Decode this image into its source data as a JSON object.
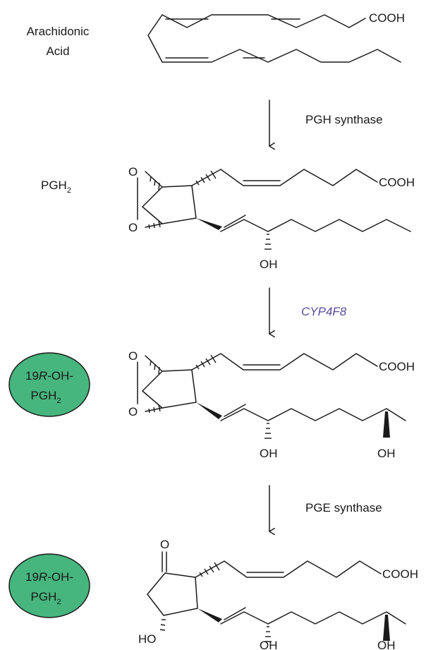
{
  "compounds": {
    "arachidonic": {
      "line1": "Arachidonic",
      "line2": "Acid",
      "acid_group": "COOH"
    },
    "pgh2": {
      "label_main": "PGH",
      "label_sub": "2",
      "acid_group": "COOH",
      "o_top": "O",
      "o_bottom": "O",
      "oh": "OH"
    },
    "oh_pgh2_a": {
      "line1_pre": "19",
      "line1_italic": "R",
      "line1_post": "-OH-",
      "line2_main": "PGH",
      "line2_sub": "2",
      "acid_group": "COOH",
      "o_top": "O",
      "o_bottom": "O",
      "oh1": "OH",
      "oh2": "OH"
    },
    "oh_pgh2_b": {
      "line1_pre": "19",
      "line1_italic": "R",
      "line1_post": "-OH-",
      "line2_main": "PGH",
      "line2_sub": "2",
      "acid_group": "COOH",
      "ketone_o": "O",
      "ho": "HO",
      "oh1": "OH",
      "oh2": "OH"
    }
  },
  "steps": {
    "step1": {
      "enzyme": "PGH synthase"
    },
    "step2": {
      "enzyme": "CYP4F8"
    },
    "step3": {
      "enzyme": "PGE synthase"
    }
  },
  "colors": {
    "oval_fill": "#47b57e",
    "enzyme_italic": "#5a4a9a",
    "ink": "#1a1a1a"
  }
}
